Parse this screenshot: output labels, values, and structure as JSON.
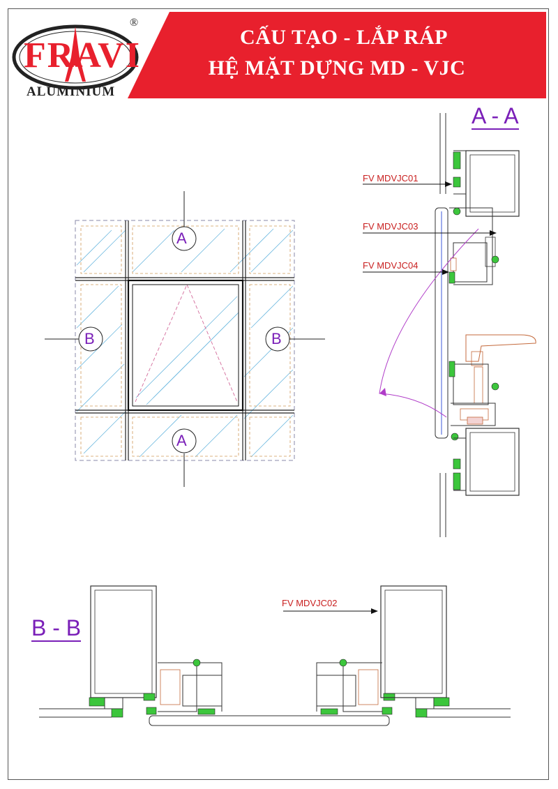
{
  "header": {
    "brand": "FRAVI",
    "brand_registered": "®",
    "brand_sub": "ALUMINIUM",
    "title_line1": "CẤU TẠO - LẮP RÁP",
    "title_line2": "HỆ MẶT DỰNG MD - VJC",
    "accent_color": "#e8202d"
  },
  "elevation": {
    "section_markers": [
      "A",
      "B",
      "B",
      "A"
    ]
  },
  "section_aa": {
    "title": "A - A",
    "callouts": [
      "FV MDVJC01",
      "FV MDVJC03",
      "FV MDVJC04"
    ]
  },
  "section_bb": {
    "title": "B - B",
    "callouts": [
      "FV MDVJC02"
    ]
  },
  "colors": {
    "gasket": "#3cc63c",
    "profile": "#333333",
    "label": "#7a1fb8",
    "callout": "#c81e1e",
    "glass_hatch": "#4aa8d8",
    "dashed": "#d09a5a"
  }
}
